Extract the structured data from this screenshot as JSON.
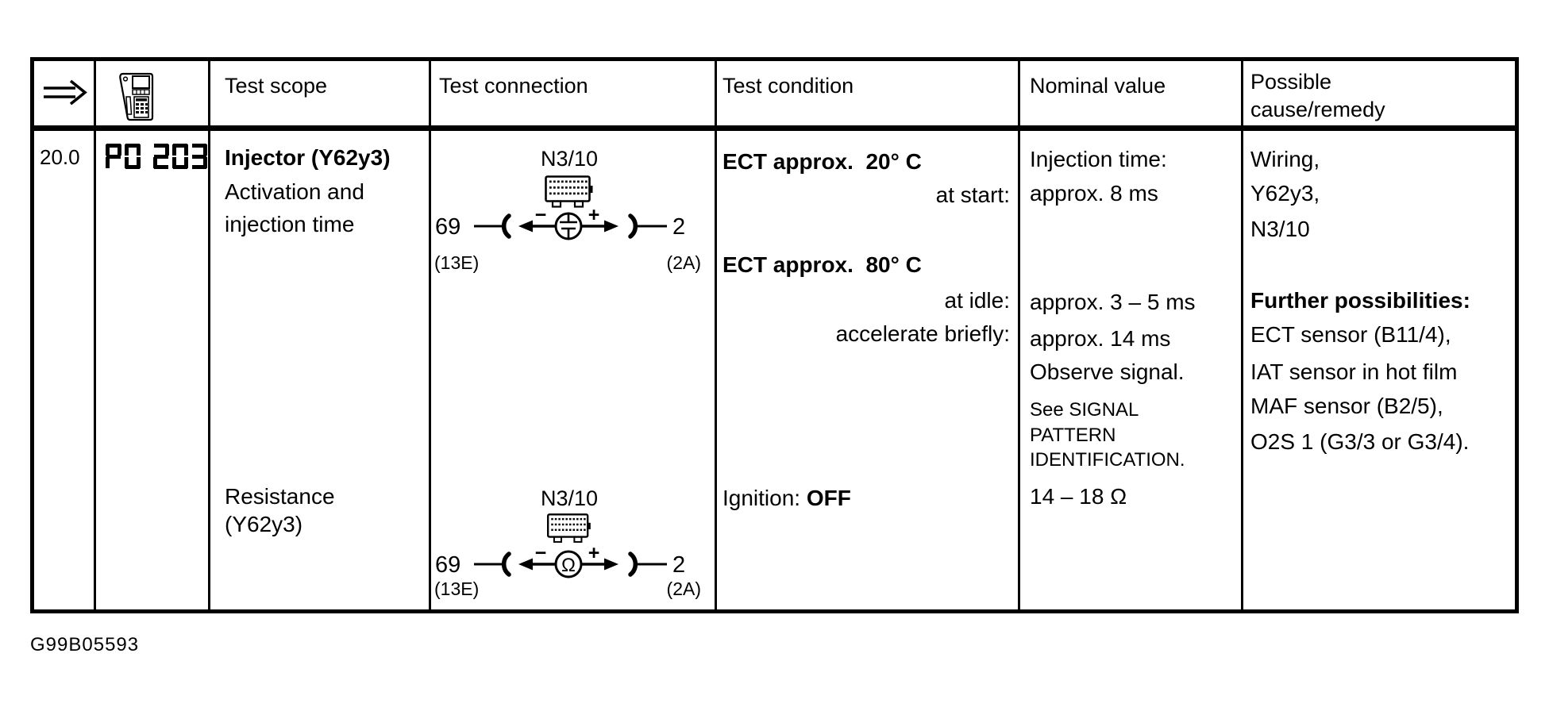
{
  "page": {
    "footer_code": "G99B05593",
    "background": "#ffffff",
    "ink": "#000000"
  },
  "header": {
    "arrow_icon": "double-right-arrow",
    "tester_icon": "handheld-diagnostic-tester",
    "col_test_scope": "Test scope",
    "col_test_connection": "Test connection",
    "col_test_condition": "Test condition",
    "col_nominal_value": "Nominal value",
    "col_possible_cause": "Possible cause/remedy"
  },
  "row": {
    "step": "20.0",
    "tester_display": "P0 203",
    "scope": {
      "title": "Injector (Y62y3)",
      "line1": "Activation and",
      "line2": "injection time",
      "title2": "Resistance",
      "title2_sub": "(Y62y3)"
    },
    "connection1": {
      "module": "N3/10",
      "pin_left": "69",
      "pin_right": "2",
      "plug_left": "(13E)",
      "plug_right": "(2A)",
      "polarity_left": "−",
      "polarity_right": "+",
      "meter": "oscilloscope"
    },
    "connection2": {
      "module": "N3/10",
      "pin_left": "69",
      "pin_right": "2",
      "plug_left": "(13E)",
      "plug_right": "(2A)",
      "polarity_left": "−",
      "polarity_right": "+",
      "meter": "ohmmeter",
      "meter_symbol": "Ω"
    },
    "condition": {
      "block1_title": "ECT approx.  20° C",
      "block1_item1": "at start:",
      "block2_title": "ECT approx.  80° C",
      "block2_item1": "at idle:",
      "block2_item2": "accelerate briefly:",
      "block3_label": "Ignition: ",
      "block3_value": "OFF"
    },
    "nominal": {
      "line1": "Injection time:",
      "line2": "approx. 8 ms",
      "line3": "approx. 3 – 5 ms",
      "line4": "approx. 14 ms",
      "line5": "Observe signal.",
      "note1": "See SIGNAL",
      "note2": "PATTERN",
      "note3": "IDENTIFICATION.",
      "line6": "14 – 18 Ω"
    },
    "cause": {
      "line1": "Wiring,",
      "line2": "Y62y3,",
      "line3": "N3/10",
      "further_title": "Further possibilities:",
      "further1": "ECT sensor (B11/4),",
      "further2": "IAT sensor in hot film",
      "further3": "MAF sensor (B2/5),",
      "further4": "O2S 1 (G3/3 or G3/4)."
    }
  }
}
